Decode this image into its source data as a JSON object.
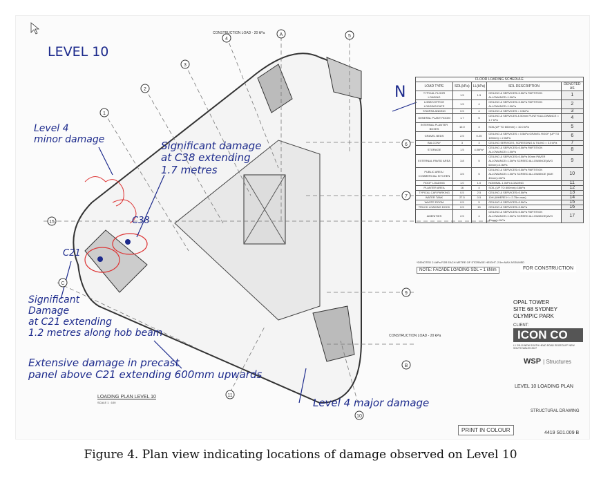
{
  "drawing": {
    "title_handwritten": "LEVEL 10",
    "north_label": "N",
    "construction_load_top": "CONSTRUCTION LOAD - 20 kPa",
    "construction_load_right": "CONSTRUCTION LOAD - 20 kPa",
    "plan_title": "LOADING PLAN LEVEL 10",
    "plan_scale": "SCALE 1 : 100",
    "grid_numbers": [
      "1",
      "2",
      "3",
      "4",
      "5",
      "6",
      "7",
      "8",
      "9",
      "10",
      "11",
      "15"
    ],
    "grid_letters": [
      "A",
      "B",
      "C"
    ]
  },
  "annotations": {
    "level4_minor": [
      "Level 4",
      "minor damage"
    ],
    "c38_damage": [
      "Significant damage",
      "at C38 extending",
      "1.7 metres"
    ],
    "c38_label": "C38",
    "c21_label": "C21",
    "c21_damage": [
      "Significant",
      "Damage",
      "at C21 extending",
      "1.2 metres along hob beam"
    ],
    "precast": [
      "Extensive damage in precast",
      "panel above C21 extending 600mm upwards"
    ],
    "level4_major": "Level 4 major damage"
  },
  "schedule": {
    "title": "FLOOR LOADING SCHEDULE",
    "headers": [
      "LOAD TYPE",
      "SDL(kPa)",
      "LL(kPa)",
      "SDL DESCRIPTION",
      "DENOTED AS"
    ],
    "rows": [
      [
        "TYPICAL FLOOR LOADING",
        "1.5",
        "1.5",
        "CEILING & SERVICES=0.5kPa PARTITION ALLOWANCE=1.0kPa",
        "1"
      ],
      [
        "LOBBY/OFFICE LOADING/CAFE",
        "1.5",
        "4",
        "CEILING & SERVICES=0.5kPa PARTITION ALLOWANCE=1.0kPa",
        "2"
      ],
      [
        "STAIRS/LANDING",
        "0.5",
        "4",
        "CEILING & SERVICES = 0.5kPa",
        "3"
      ],
      [
        "GENERAL PLANT ROOM",
        "1.7",
        "5",
        "CEILING & SERVICES & 50mm PLINTH ALLOWANCE = 1.7 kPa",
        "4"
      ],
      [
        "INTERNAL PLANTER BOXES",
        "10.0",
        "4",
        "SOIL(UP TO 600mm) = 10.0 kPa",
        "5"
      ],
      [
        "GRAVEL BEDS",
        "2.5",
        "0.25",
        "CEILING & SERVICES = 0.5kPa GRAVEL ROOF (UP TO 100mm) = 2.0kPa",
        "6"
      ],
      [
        "BALCONY",
        "3",
        "3",
        "CEILING SERVICES, SCREEDING & TILING = 3.0 kPa",
        "7"
      ],
      [
        "STORAGE",
        "1.5",
        "4.0kPa*",
        "CEILING & SERVICES=0.5kPa PARTITION ALLOWANCE=1.0kPa",
        "8"
      ],
      [
        "EXTERNAL PAVED AREA",
        "3.8",
        "5",
        "CEILING & SERVICES=0.5kPa 50mm PAVER ALLOWANCE=1.3kPa SCREED ALLOWANCE(AVG 60mm)=2.0kPa",
        "9"
      ],
      [
        "PUBLIC AREA / COMMERCIAL KITCHEN",
        "3.5",
        "5",
        "CEILING & SERVICES=0.5kPa PARTITION ALLOWANCE=1.0kPa SCREED ALLOWANCE (AVE 40mm)=1kPa",
        "10"
      ],
      [
        "ROOF LOADING",
        "1.0",
        "1.0",
        "NOMINAL 1.0kPa LOADING",
        "11"
      ],
      [
        "PLANTER AREA",
        "16",
        "4",
        "SOIL (UP TO 800mm)=16kPa",
        "12"
      ],
      [
        "TYPICAL CAR PARKING",
        "0.5",
        "2.5",
        "CEILING & SERVICES=0.5kPa",
        "13"
      ],
      [
        "WATER TANK",
        "27.5",
        "0.5",
        "10H (WHERE H = 2.75m max)",
        "14"
      ],
      [
        "WASTE ROOM",
        "0.5",
        "5",
        "CEILING & SERVICES=0.5kPa",
        "15"
      ],
      [
        "TRUCK LOADING DOCK",
        "0.5",
        "15",
        "CEILING & SERVICES=0.5kPa",
        "16"
      ],
      [
        "AMENITIES",
        "2.5",
        "4",
        "CEILING & SERVICES=0.5kPa PARTITION ALLOWANCE=1.0kPa SCREED ALLOWANCE(AVG 40mm)=1kPa",
        "17"
      ]
    ],
    "footnote": "*DENOTED 2.4kPa FOR EACH METRE OF STORAGE HEIGHT. 2.5m MAX ASSUMED",
    "facade_note": "NOTE: FACADE LOADING SDL = 1 kN/m"
  },
  "title_block": {
    "status": "FOR CONSTRUCTION",
    "project": [
      "OPAL TOWER",
      "SITE 68 SYDNEY",
      "OLYMPIC PARK"
    ],
    "client_label": "CLIENT:",
    "client_logo": "ICON CO",
    "client_address": "L1 2/8-10 NEW SOUTH HEAD ROAD EDGECLIFF NEW SOUTH WALES 2027",
    "consultant": "WSP",
    "consultant_division": "Structures",
    "drawing_title": "LEVEL 10 LOADING PLAN",
    "drawing_type": "STRUCTURAL DRAWING",
    "drawing_number": "4419  S01.009  B",
    "print_note": "PRINT IN COLOUR"
  },
  "caption": "Figure 4. Plan view indicating locations of damage observed on Level 10"
}
